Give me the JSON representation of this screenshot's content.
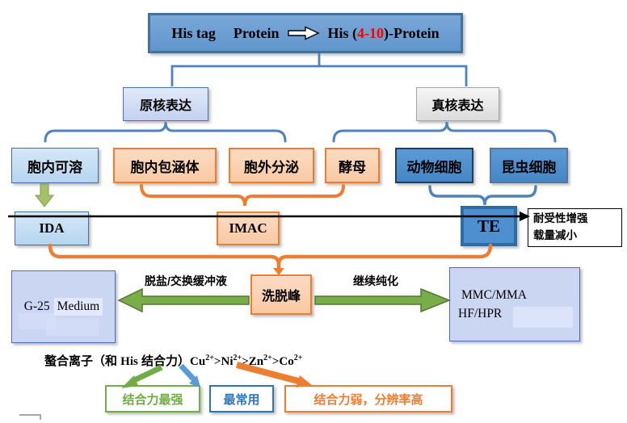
{
  "colors": {
    "connector_blue": "#4f81bd",
    "orange": "#ed7d31",
    "green": "#70ad47",
    "arrow_blue": "#5b9bd5",
    "red_accent": "#ff0000"
  },
  "title": {
    "his_tag": "His tag",
    "protein": "Protein",
    "result_pre": "His (",
    "result_red": "4-10",
    "result_post": ")-Protein"
  },
  "expression": {
    "prokaryotic": "原核表达",
    "eukaryotic": "真核表达"
  },
  "sources": {
    "soluble": "胞内可溶",
    "inclusion_body": "胞内包涵体",
    "secreted": "胞外分泌",
    "yeast": "酵母",
    "animal_cells": "动物细胞",
    "insect_cells": "昆虫细胞"
  },
  "methods": {
    "ida": "IDA",
    "imac": "IMAC",
    "te": "TE"
  },
  "te_note": {
    "line1": "耐受性增强",
    "line2": "载量减小"
  },
  "purification": {
    "g25_name": "G-25",
    "g25_medium": "Medium",
    "desalt_label": "脱盐/交换缓冲液",
    "elution_peak": "洗脱峰",
    "continue_label": "继续纯化",
    "mmc_line1": "MMC/MMA",
    "mmc_line2": "HF/HPR"
  },
  "chelate": {
    "label_pre": "螯合离子（和 ",
    "label_his": "His",
    "label_post": " 结合力）",
    "separator": ">",
    "ions": [
      {
        "base": "Cu",
        "sup": "2+"
      },
      {
        "base": "Ni",
        "sup": "2+"
      },
      {
        "base": "Zn",
        "sup": "2+"
      },
      {
        "base": "Co",
        "sup": "2+"
      }
    ]
  },
  "legend": {
    "strongest": "结合力最强",
    "most_common": "最常用",
    "weak_high_res": "结合力弱，分辨率高"
  }
}
